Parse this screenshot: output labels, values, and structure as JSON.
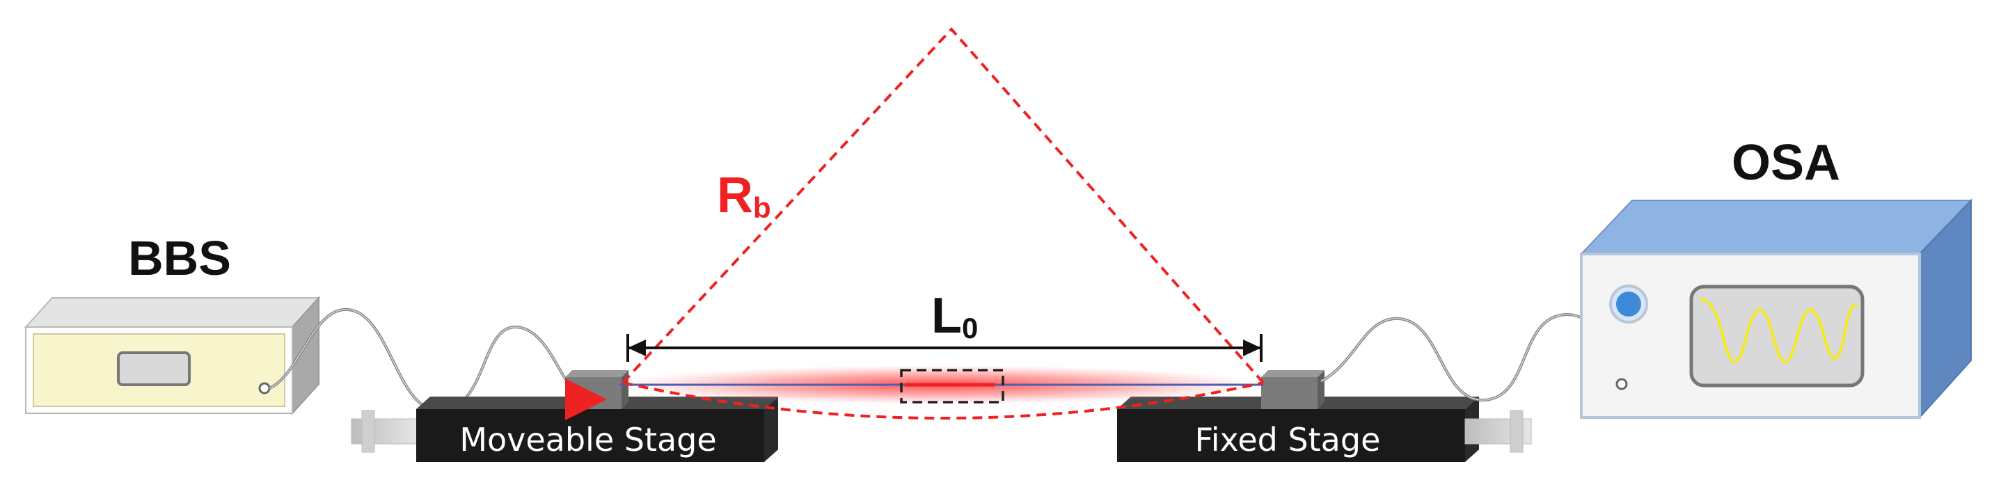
{
  "devices": {
    "source": {
      "label": "BBS"
    },
    "analyzer": {
      "label": "OSA",
      "trace_color": "#f2ea1f",
      "knob_color": "#3f8ad8"
    }
  },
  "stages": {
    "moveable": {
      "label": "Moveable Stage"
    },
    "fixed": {
      "label": "Fixed Stage"
    }
  },
  "annotations": {
    "bend_radius": {
      "symbol": "R",
      "subscript": "b"
    },
    "length": {
      "symbol": "L",
      "subscript": "0"
    }
  },
  "colors": {
    "accent_red": "#ee2222",
    "stage_black": "#1a1a1a",
    "osa_blue": "#8fb3e3",
    "bbs_cream": "#f8f4cc"
  }
}
